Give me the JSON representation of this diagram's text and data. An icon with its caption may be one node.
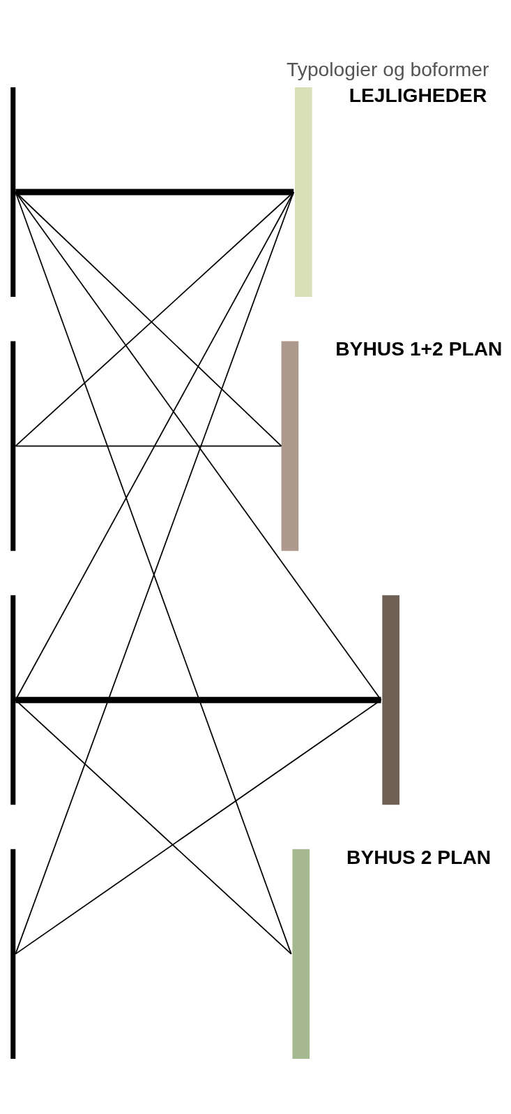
{
  "diagram": {
    "title": "Typologier og boformer",
    "nodes": [
      {
        "text": [],
        "shape": "bar"
      },
      {
        "text": [],
        "shape": "bar"
      },
      {
        "text": [],
        "shape": "bar"
      },
      {
        "text": [],
        "shape": "bar"
      },
      {
        "text": [],
        "shape": "bar",
        "beside": [
          "LEJLIGHEDER"
        ]
      },
      {
        "text": [],
        "shape": "bar",
        "beside": [
          "BYHUS 1+2 PLAN"
        ]
      },
      {
        "text": [],
        "shape": "bar"
      },
      {
        "text": [],
        "shape": "bar",
        "beside": [
          "BYHUS 2 PLAN"
        ]
      }
    ],
    "edges": [
      {
        "from": 0,
        "to": 4,
        "arrow": "none",
        "style": "thick"
      },
      {
        "from": 0,
        "to": 5,
        "arrow": "none"
      },
      {
        "from": 0,
        "to": 6,
        "arrow": "none"
      },
      {
        "from": 0,
        "to": 7,
        "arrow": "none"
      },
      {
        "from": 1,
        "to": 4,
        "arrow": "none"
      },
      {
        "from": 1,
        "to": 5,
        "arrow": "none"
      },
      {
        "from": 2,
        "to": 4,
        "arrow": "none"
      },
      {
        "from": 2,
        "to": 6,
        "arrow": "none",
        "style": "thick"
      },
      {
        "from": 2,
        "to": 7,
        "arrow": "none"
      },
      {
        "from": 3,
        "to": 4,
        "arrow": "none"
      },
      {
        "from": 3,
        "to": 6,
        "arrow": "none"
      }
    ]
  }
}
